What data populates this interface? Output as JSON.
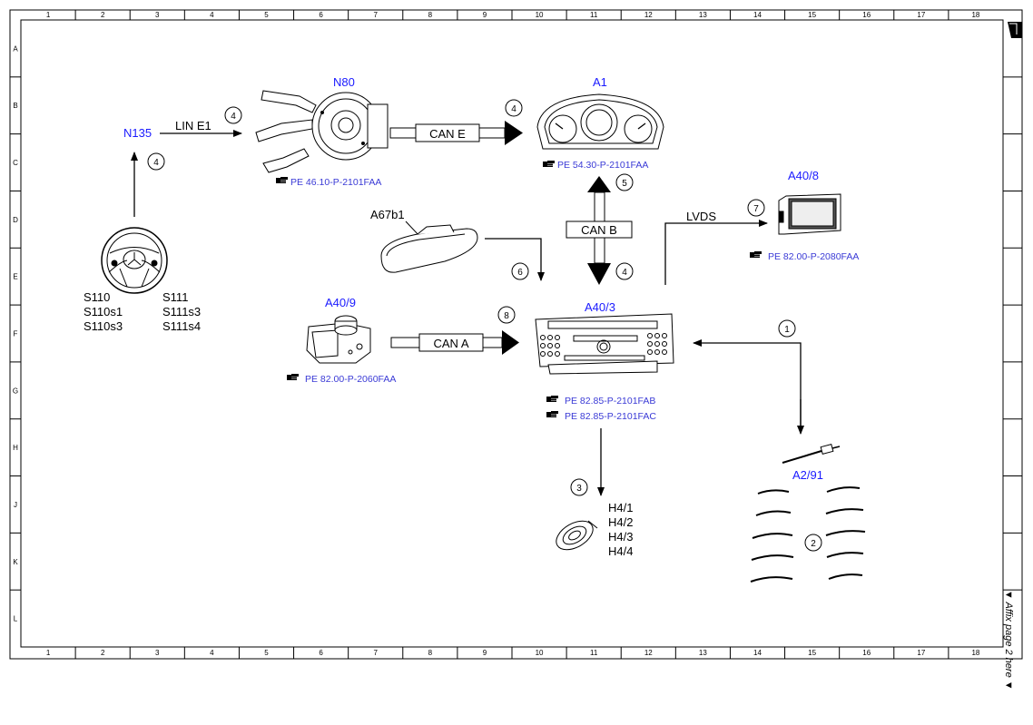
{
  "grid": {
    "columns": [
      "1",
      "2",
      "3",
      "4",
      "5",
      "6",
      "7",
      "8",
      "9",
      "10",
      "11",
      "12",
      "13",
      "14",
      "15",
      "16",
      "17",
      "18"
    ],
    "rows": [
      "A",
      "B",
      "C",
      "D",
      "E",
      "F",
      "G",
      "H",
      "J",
      "K",
      "L"
    ]
  },
  "components": {
    "n135": "N135",
    "n80": "N80",
    "a1": "A1",
    "a40_8": "A40/8",
    "a67b1": "A67b1",
    "a40_9": "A40/9",
    "a40_3": "A40/3",
    "a2_91": "A2/91",
    "switches_left": [
      "S110",
      "S110s1",
      "S110s3"
    ],
    "switches_right": [
      "S111",
      "S111s3",
      "S111s4"
    ],
    "speakers": [
      "H4/1",
      "H4/2",
      "H4/3",
      "H4/4"
    ]
  },
  "connections": {
    "lin_e1": "LIN E1",
    "can_e": "CAN E",
    "can_b": "CAN B",
    "can_a": "CAN A",
    "lvds": "LVDS"
  },
  "steps": {
    "s1": "1",
    "s2": "2",
    "s3": "3",
    "s4": "4",
    "s5": "5",
    "s6": "6",
    "s7": "7",
    "s8": "8"
  },
  "references": {
    "n80": "PE 46.10-P-2101FAA",
    "a1": "PE 54.30-P-2101FAA",
    "a40_8": "PE 82.00-P-2080FAA",
    "a40_9": "PE 82.00-P-2060FAA",
    "a40_3_ab": "PE 82.85-P-2101FAB",
    "a40_3_ac": "PE 82.85-P-2101FAC"
  },
  "affix_note": "▼ Affix page 2 here ▼"
}
